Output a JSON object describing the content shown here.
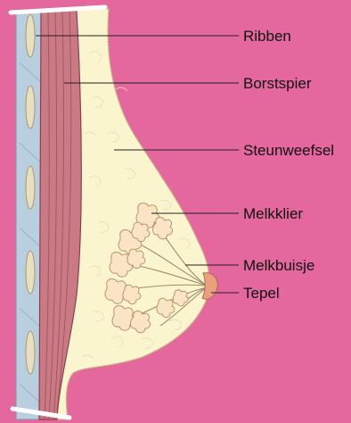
{
  "colors": {
    "background": "#e4679d",
    "skin_fat": "#fbf5cf",
    "muscle": "#c97a85",
    "rib_tissue": "#b9cfe0",
    "rib_bone": "#e8dfc0",
    "gland": "#fbe4c6",
    "nipple": "#e9a07f",
    "leader_line": "#222222"
  },
  "labels": {
    "ribben": "Ribben",
    "borstspier": "Borstspier",
    "steunweefsel": "Steunweefsel",
    "melkklier": "Melkklier",
    "melkbuisje": "Melkbuisje",
    "tepel": "Tepel"
  }
}
